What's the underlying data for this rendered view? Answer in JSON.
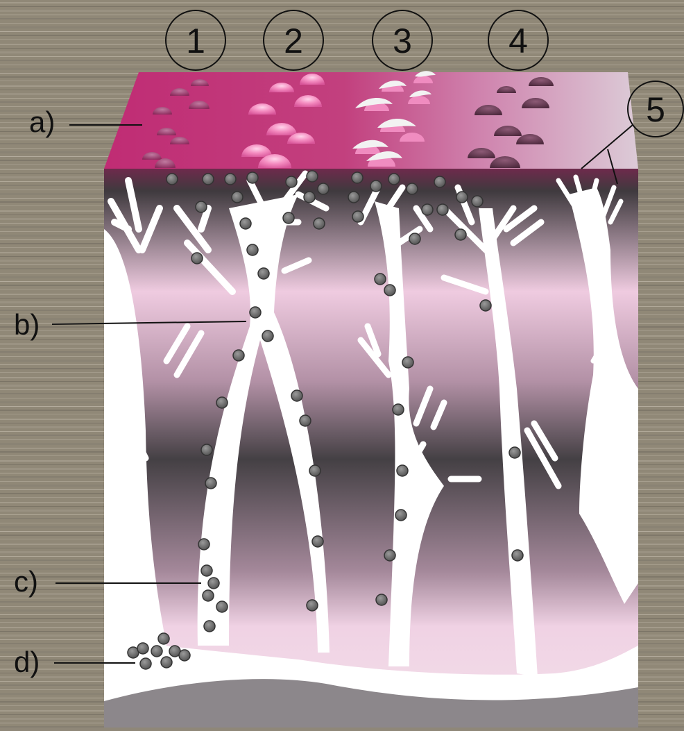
{
  "numbered_labels": [
    "1",
    "2",
    "3",
    "4",
    "5"
  ],
  "letter_labels": [
    "a)",
    "b)",
    "c)",
    "d)"
  ],
  "colors": {
    "surface_dark": "#c02c74",
    "surface_light": "#dcc7d6",
    "stripe_dark": "#464044",
    "stripe_light": "#efcde2",
    "channel": "#ffffff",
    "particle": "#7a7a7a",
    "background_wood": "#8f8778"
  },
  "surface_bumps": [
    "dark pink bumps",
    "light pink bumps",
    "white-capped bumps",
    "dark purple bumps",
    "thin branching crack"
  ]
}
